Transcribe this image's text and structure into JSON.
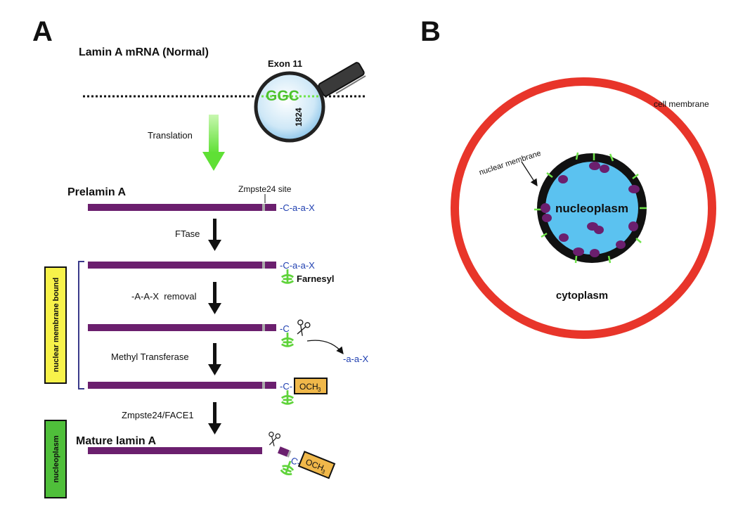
{
  "panel_a": {
    "label": "A",
    "mrna_title": "Lamin A mRNA (Normal)",
    "exon_label": "Exon 11",
    "codon": "GGC",
    "position": "1824",
    "translation_label": "Translation",
    "prelamin_label": "Prelamin A",
    "zmpste_site_label": "Zmpste24 site",
    "caax_label": "-C-a-a-X",
    "step1_label": "FTase",
    "farnesyl_label": "Farnesyl",
    "step2_label": "-A-A-X  removal",
    "c_label": "-C",
    "aax_released_label": "-a-a-X",
    "step3_label": "Methyl Transferase",
    "c_dash_label": "-C-",
    "och3_label": "OCH",
    "och3_subscript": "3",
    "step4_label": "Zmpste24/FACE1",
    "mature_label": "Mature lamin A",
    "c_cleaved_label": "C-",
    "nuclear_bound_box": "nuclear membrane bound",
    "nucleoplasm_box": "nucleoplasm"
  },
  "panel_b": {
    "label": "B",
    "cell_membrane_label": "cell membrane",
    "nuclear_membrane_label": "nuclear membrane",
    "nucleoplasm_label": "nucleoplasm",
    "cytoplasm_label": "cytoplasm"
  },
  "colors": {
    "protein_bar": "#6b1f6e",
    "green": "#6fe34a",
    "blue_text": "#1f3fb0",
    "cell_membrane": "#e8352a",
    "nucleoplasm": "#5bc2f0",
    "nuclear_membrane": "#111111",
    "lamin_dot": "#6b1f6e",
    "yellow_box": "#f7f24a",
    "green_box": "#4fbf3a",
    "och3_box": "#f0b84a",
    "bracket": "#3a3a8a"
  },
  "icons": [
    "magnifying-glass-icon",
    "scissors-icon",
    "farnesyl-anchor-icon"
  ]
}
